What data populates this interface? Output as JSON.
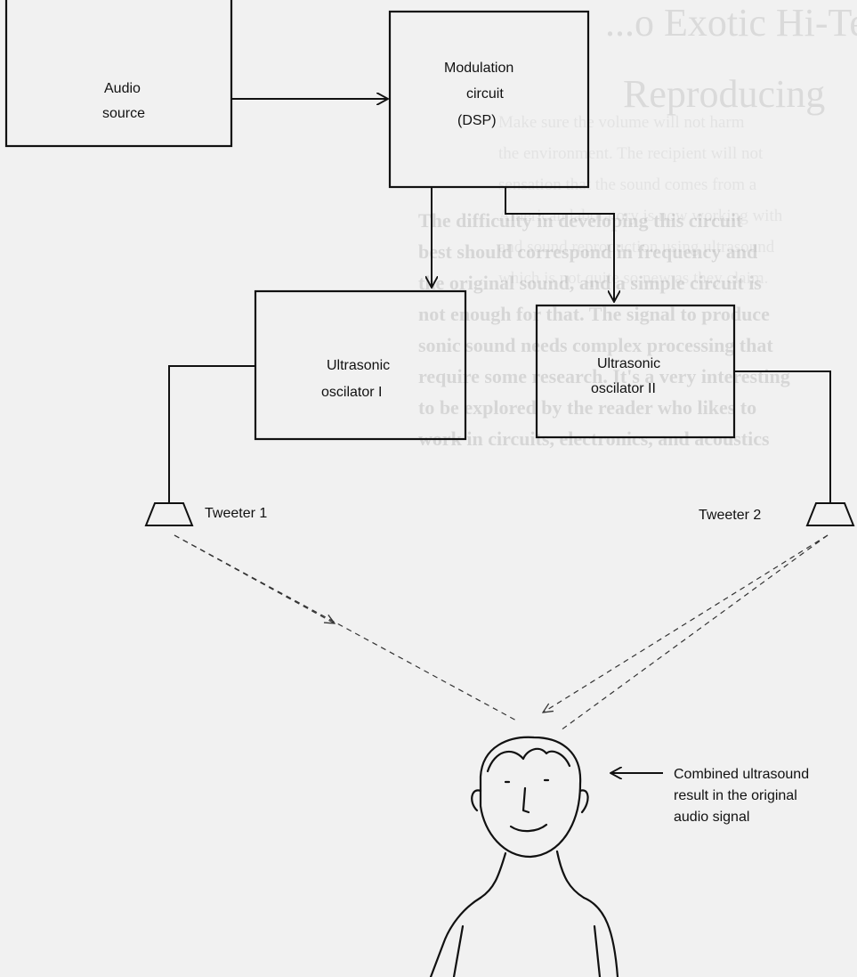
{
  "diagram": {
    "audio_source": [
      "Audio",
      "source"
    ],
    "modulation": [
      "Modulation",
      "circuit",
      "(DSP)"
    ],
    "osc1": [
      "Ultrasonic",
      "oscilator I"
    ],
    "osc2": [
      "Ultrasonic",
      "oscilator II"
    ],
    "tweeter1": "Tweeter 1",
    "tweeter2": "Tweeter 2",
    "callout": [
      "Combined ultrasound",
      "result in the original",
      "audio signal"
    ]
  },
  "background_text": {
    "heading": [
      "...o Exotic Hi-Tech",
      "Reproducing"
    ],
    "left_col": [
      "The difficulty in developing this circuit",
      "best should correspond in frequency and",
      "the original sound, and a simple circuit is",
      "not enough for that. The signal to produce",
      "sonic sound needs complex processing that",
      "require some research. It's a very interesting",
      "to be explored by the reader who likes to",
      "work in circuits, electronics, and acoustics"
    ],
    "right_col": [
      "Make sure the volume will not harm",
      "the environment. The recipient will not",
      "sensation that the sound comes from a",
      "American laboratory is now working with",
      "and sound reproduction using ultrasound",
      "which is not quite so new as they claim."
    ]
  }
}
